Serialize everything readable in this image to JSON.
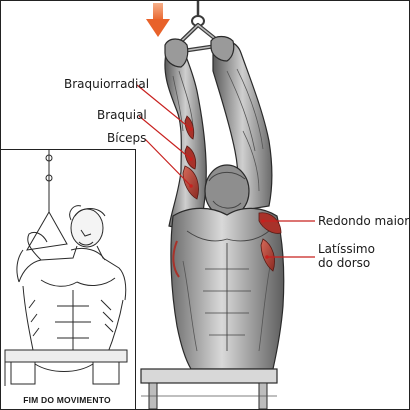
{
  "labels": {
    "braquiorradial": "Braquiorradial",
    "braquial": "Braquial",
    "biceps": "Bíceps",
    "redondo_maior": "Redondo maior",
    "latissimo_line1": "Latíssimo",
    "latissimo_line2": "do dorso"
  },
  "inset": {
    "caption": "FIM DO MOVIMENTO"
  },
  "colors": {
    "arrow": "#e8622a",
    "muscle_highlight": "#a8322a",
    "pointer_line": "#c8201e",
    "skin_shade": "#8a8a8a",
    "outline": "#2a2a2a"
  }
}
